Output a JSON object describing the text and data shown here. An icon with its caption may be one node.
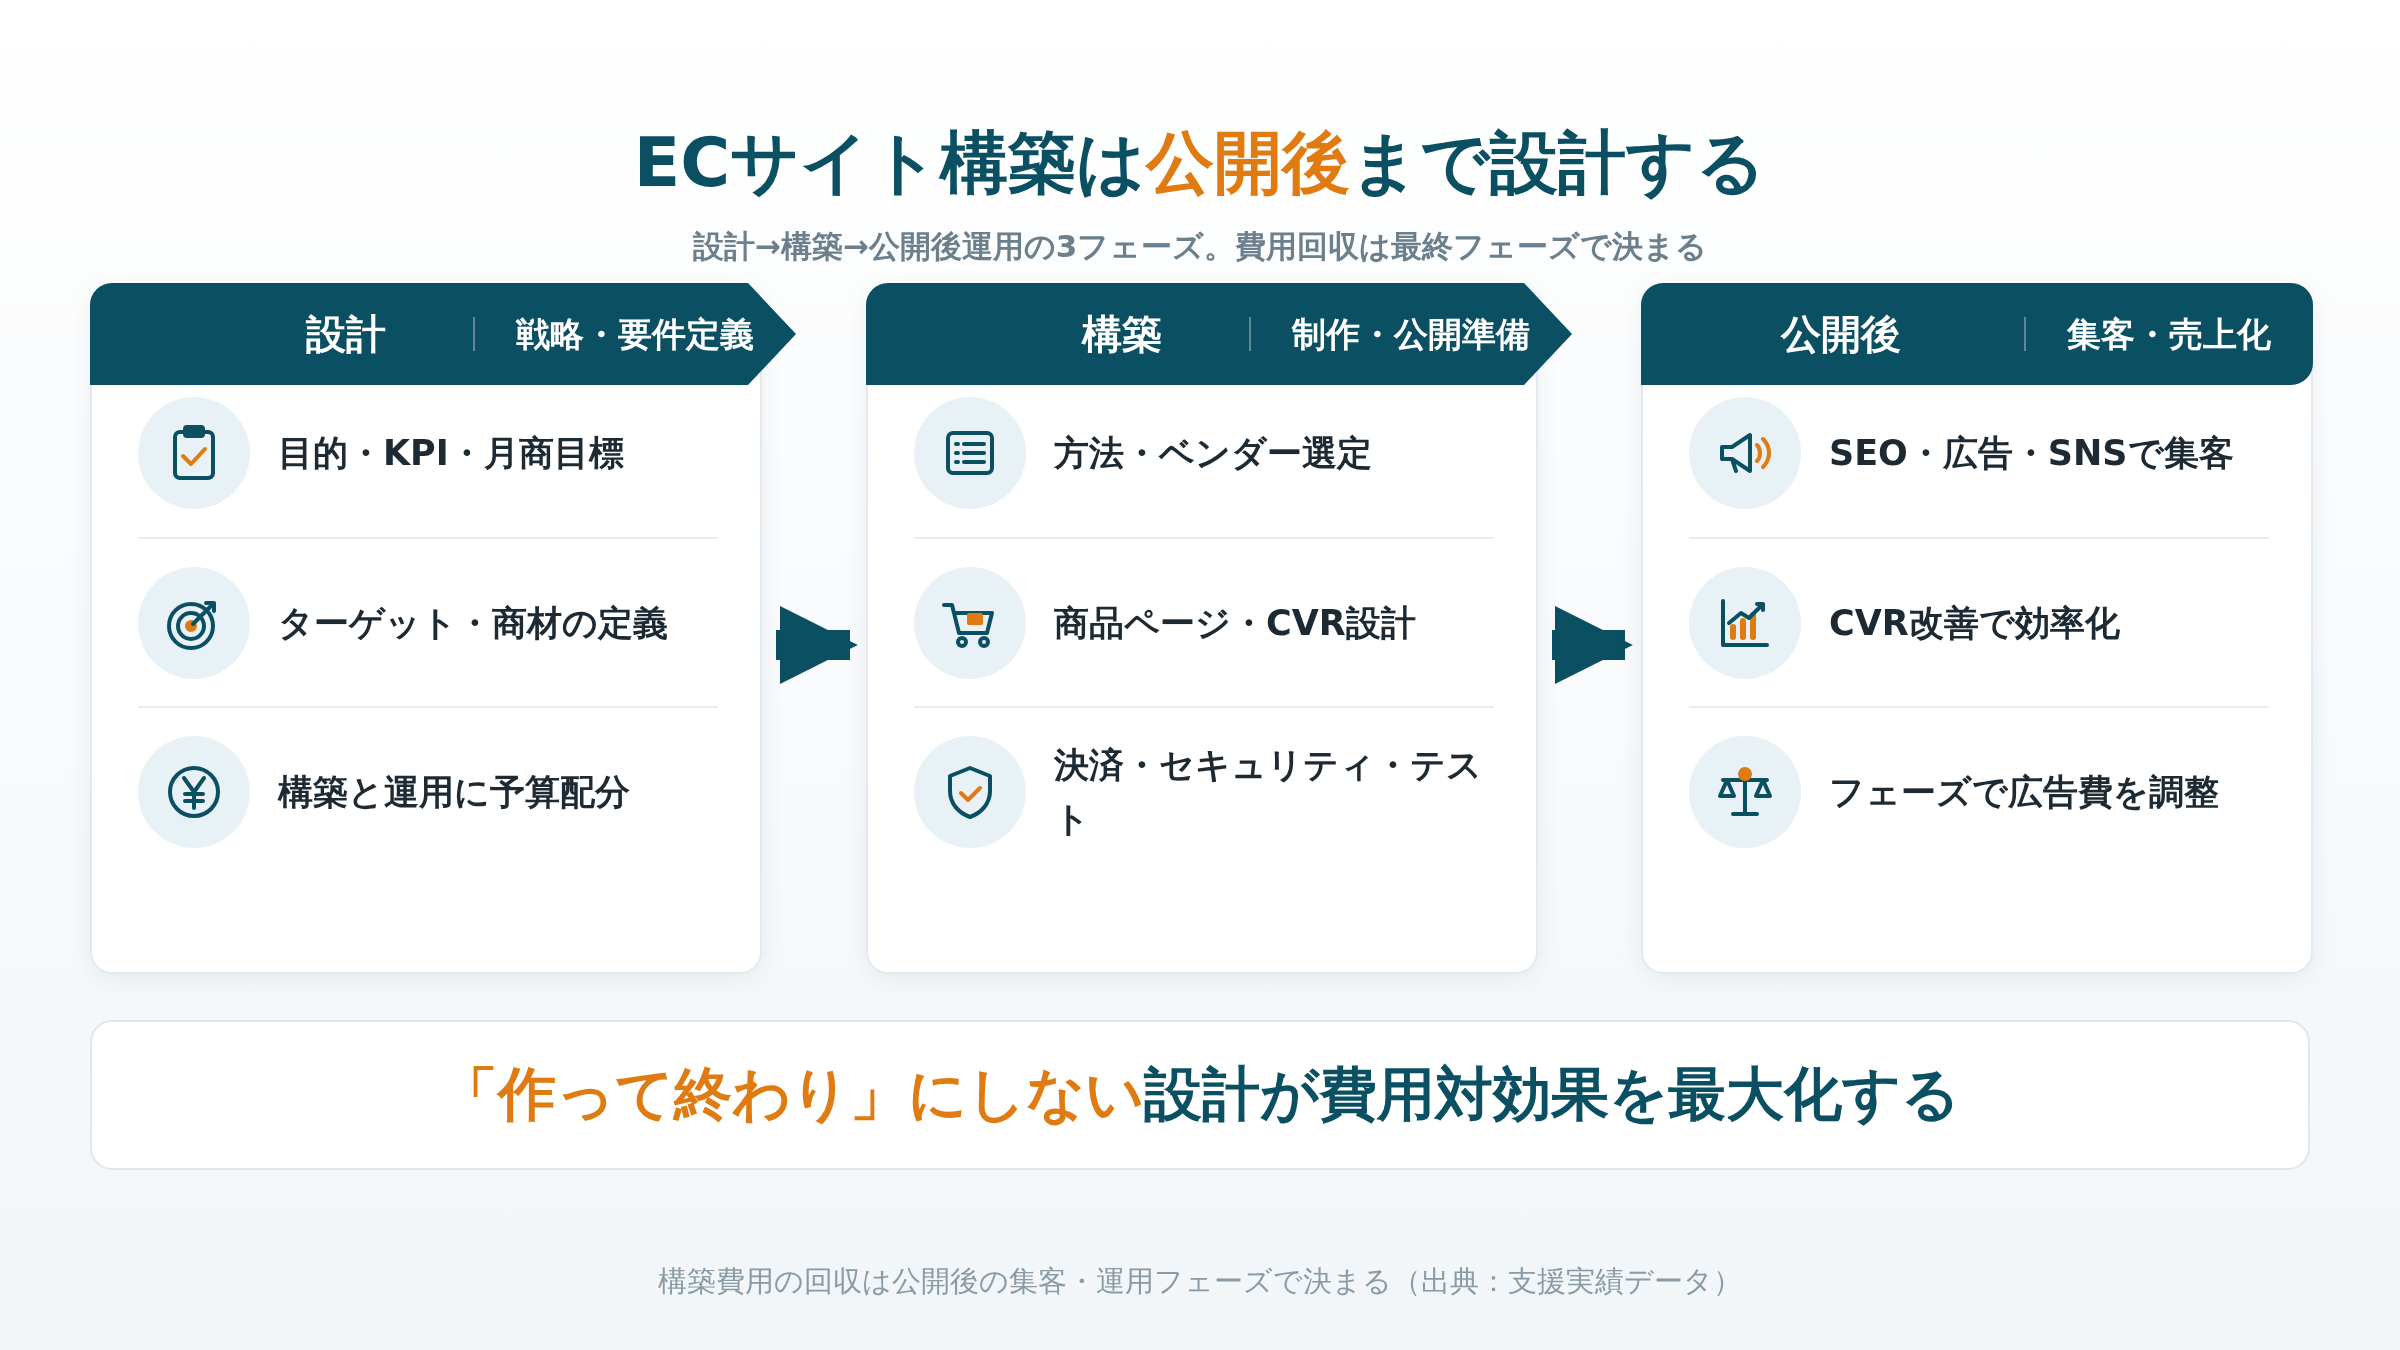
{
  "diagram": {
    "title": "ECサイト構築は**公開後**まで設計する",
    "caption": "構築費用の回収は公開後の集客・運用フェーズで決まる（出典：支援実績データ）",
    "nodes": [
      {
        "text": [
          "設計",
          "戦略・要件定義",
          "目的・KPI・月商目標",
          "ターゲット・商材の定義",
          "構築と運用に予算配分"
        ]
      },
      {
        "text": [
          "構築",
          "制作・公開準備",
          "方法・ベンダー選定",
          "商品ページ・CVR設計",
          "決済・セキュリティ・テスト"
        ]
      },
      {
        "text": [
          "公開後",
          "集客・売上化",
          "SEO・広告・SNSで集客",
          "CVR改善で効率化",
          "フェーズで広告費を調整"
        ]
      },
      {
        "text": [
          "**「作って終わり」にしない**設計が費用対効果を最大化する"
        ]
      }
    ],
    "edges": [
      {
        "from": 0,
        "to": 1,
        "arrow": "to"
      },
      {
        "from": 1,
        "to": 2,
        "arrow": "to"
      }
    ],
    "labels": [
      "設計→構築→公開後運用の3フェーズ。費用回収は最終フェーズで決まる"
    ]
  }
}
